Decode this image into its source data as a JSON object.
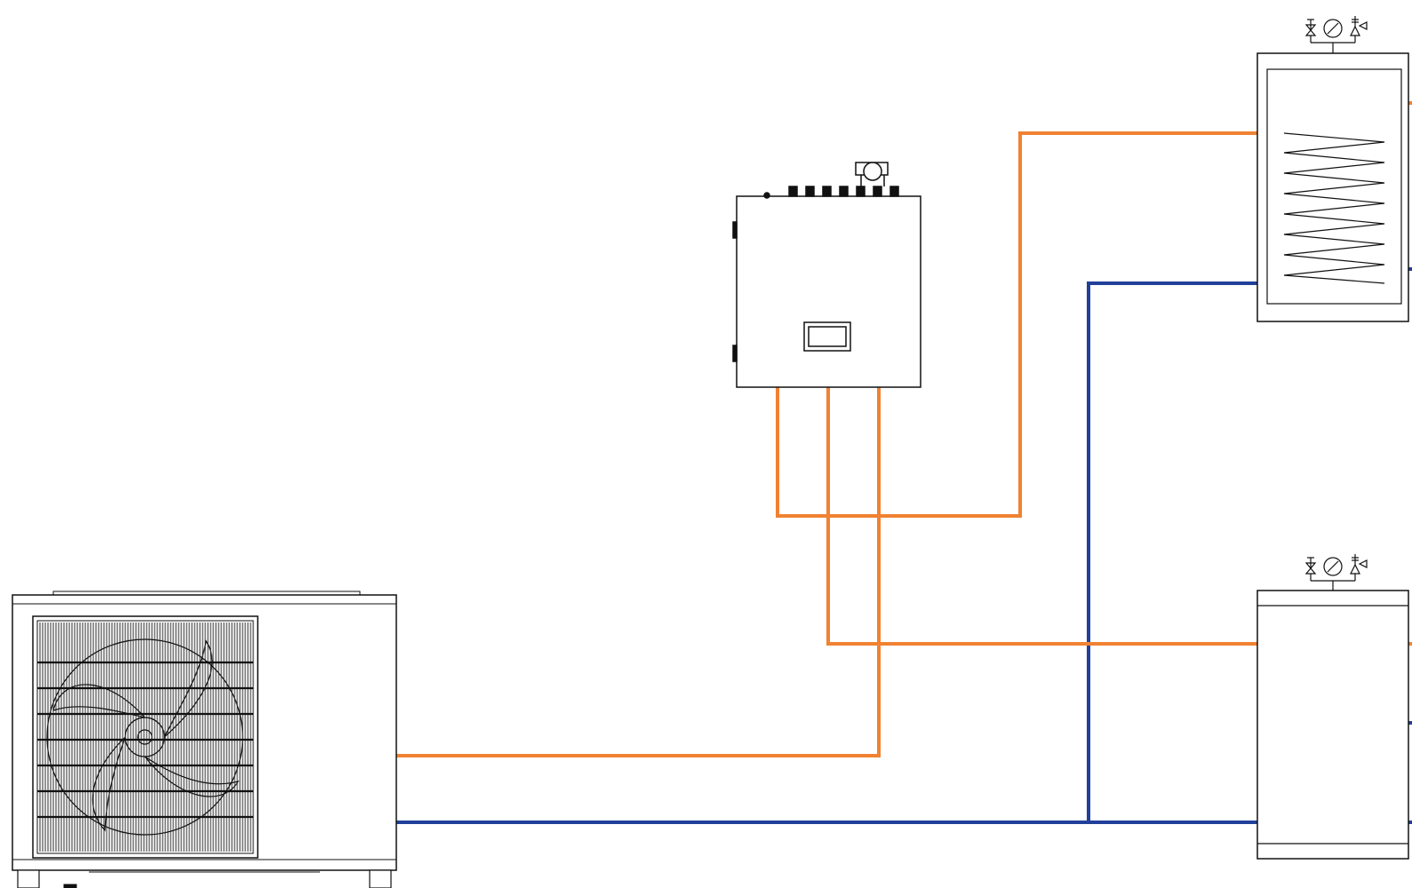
{
  "diagram": {
    "components": [
      {
        "id": "outdoor-unit",
        "kind": "heat-pump-outdoor-unit",
        "icon": "fan-grille-icon"
      },
      {
        "id": "indoor-unit",
        "kind": "hydraulic-module",
        "icon": "display-panel-icon"
      },
      {
        "id": "dhw-tank",
        "kind": "hot-water-cylinder-with-coil",
        "icon": "coil-icon"
      },
      {
        "id": "buffer-tank",
        "kind": "buffer-tank",
        "icon": "tank-icon"
      },
      {
        "id": "safety-group-dhw",
        "kind": "safety-valve-group",
        "icon": "valve-gauge-icon"
      },
      {
        "id": "safety-group-buffer",
        "kind": "safety-valve-group",
        "icon": "valve-gauge-icon"
      }
    ],
    "pipes": [
      {
        "id": "flow-outdoor-to-indoor",
        "type": "flow"
      },
      {
        "id": "flow-indoor-to-dhw-coil",
        "type": "flow"
      },
      {
        "id": "flow-indoor-to-buffer",
        "type": "flow"
      },
      {
        "id": "return-common",
        "type": "return"
      },
      {
        "id": "return-dhw-coil",
        "type": "return"
      }
    ],
    "colors": {
      "flow": "#f08232",
      "return": "#21409a",
      "line": "#111111",
      "background": "#ffffff"
    }
  }
}
